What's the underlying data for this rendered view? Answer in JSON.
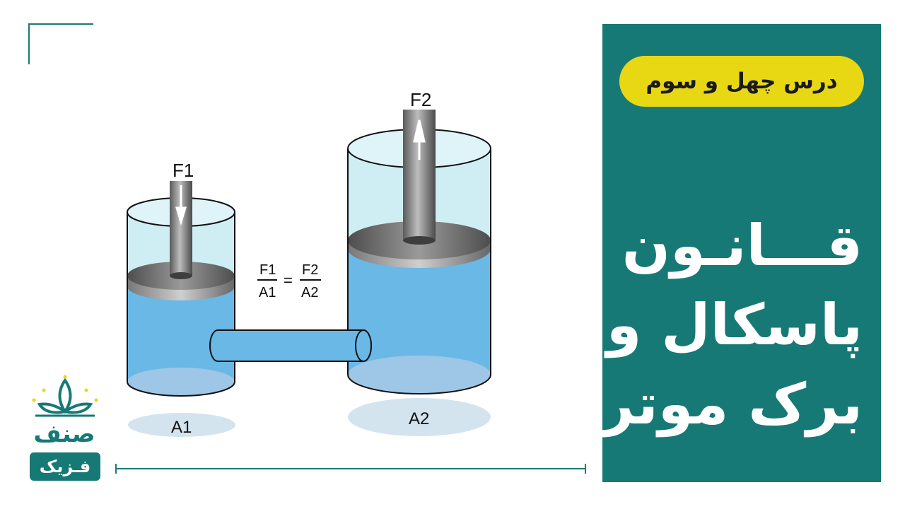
{
  "panel": {
    "lesson_label": "درس چهل و سوم",
    "title_lines": [
      "قـــانـون",
      "پاسکال و",
      "برک موتر"
    ],
    "background": "#177975",
    "pill_color": "#e8d814"
  },
  "logo": {
    "icon": "lotus-icon",
    "word": "صنف",
    "badge": "فـزیک"
  },
  "diagram": {
    "force_small": "F1",
    "force_large": "F2",
    "area_small": "A1",
    "area_large": "A2",
    "formula": {
      "left_num": "F1",
      "left_den": "A1",
      "equals": "=",
      "right_num": "F2",
      "right_den": "A2"
    },
    "colors": {
      "liquid": "#6ab8e6",
      "glass": "#cfeef4",
      "piston": "#555555"
    }
  }
}
